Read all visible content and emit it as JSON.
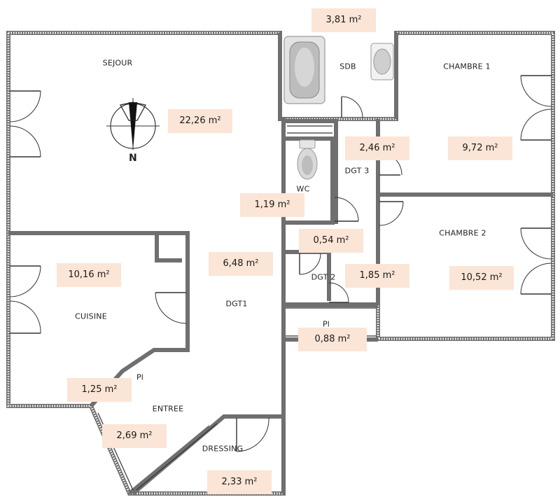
{
  "colors": {
    "badge": "#fbe5d6",
    "wall": "#6f6f6f",
    "line": "#333333"
  },
  "icons": [
    "compass-north-icon",
    "bathtub-icon",
    "sink-icon",
    "toilet-icon",
    "door-swing-icon"
  ],
  "rooms": {
    "sejour": "SEJOUR",
    "sdb": "SDB",
    "chambre1": "CHAMBRE 1",
    "chambre2": "CHAMBRE 2",
    "dgt3": "DGT 3",
    "wc": "WC",
    "dgt2": "DGT 2",
    "pl_right": "Pl",
    "cuisine": "CUISINE",
    "dgt1": "DGT1",
    "pl_left": "Pl",
    "entree": "ENTREE",
    "dressing": "DRESSING"
  },
  "areas": {
    "sdb": "3,81 m²",
    "sejour": "22,26 m²",
    "dgt3": "2,46 m²",
    "chambre1": "9,72 m²",
    "wc": "1,19 m²",
    "dgt2_upper": "0,54 m²",
    "dgt1": "6,48 m²",
    "cuisine": "10,16 m²",
    "dgt2": "1,85 m²",
    "chambre2": "10,52 m²",
    "pl_right": "0,88 m²",
    "pl_left": "1,25 m²",
    "entree": "2,69 m²",
    "dressing": "2,33 m²"
  },
  "compass": {
    "north_label": "N"
  }
}
